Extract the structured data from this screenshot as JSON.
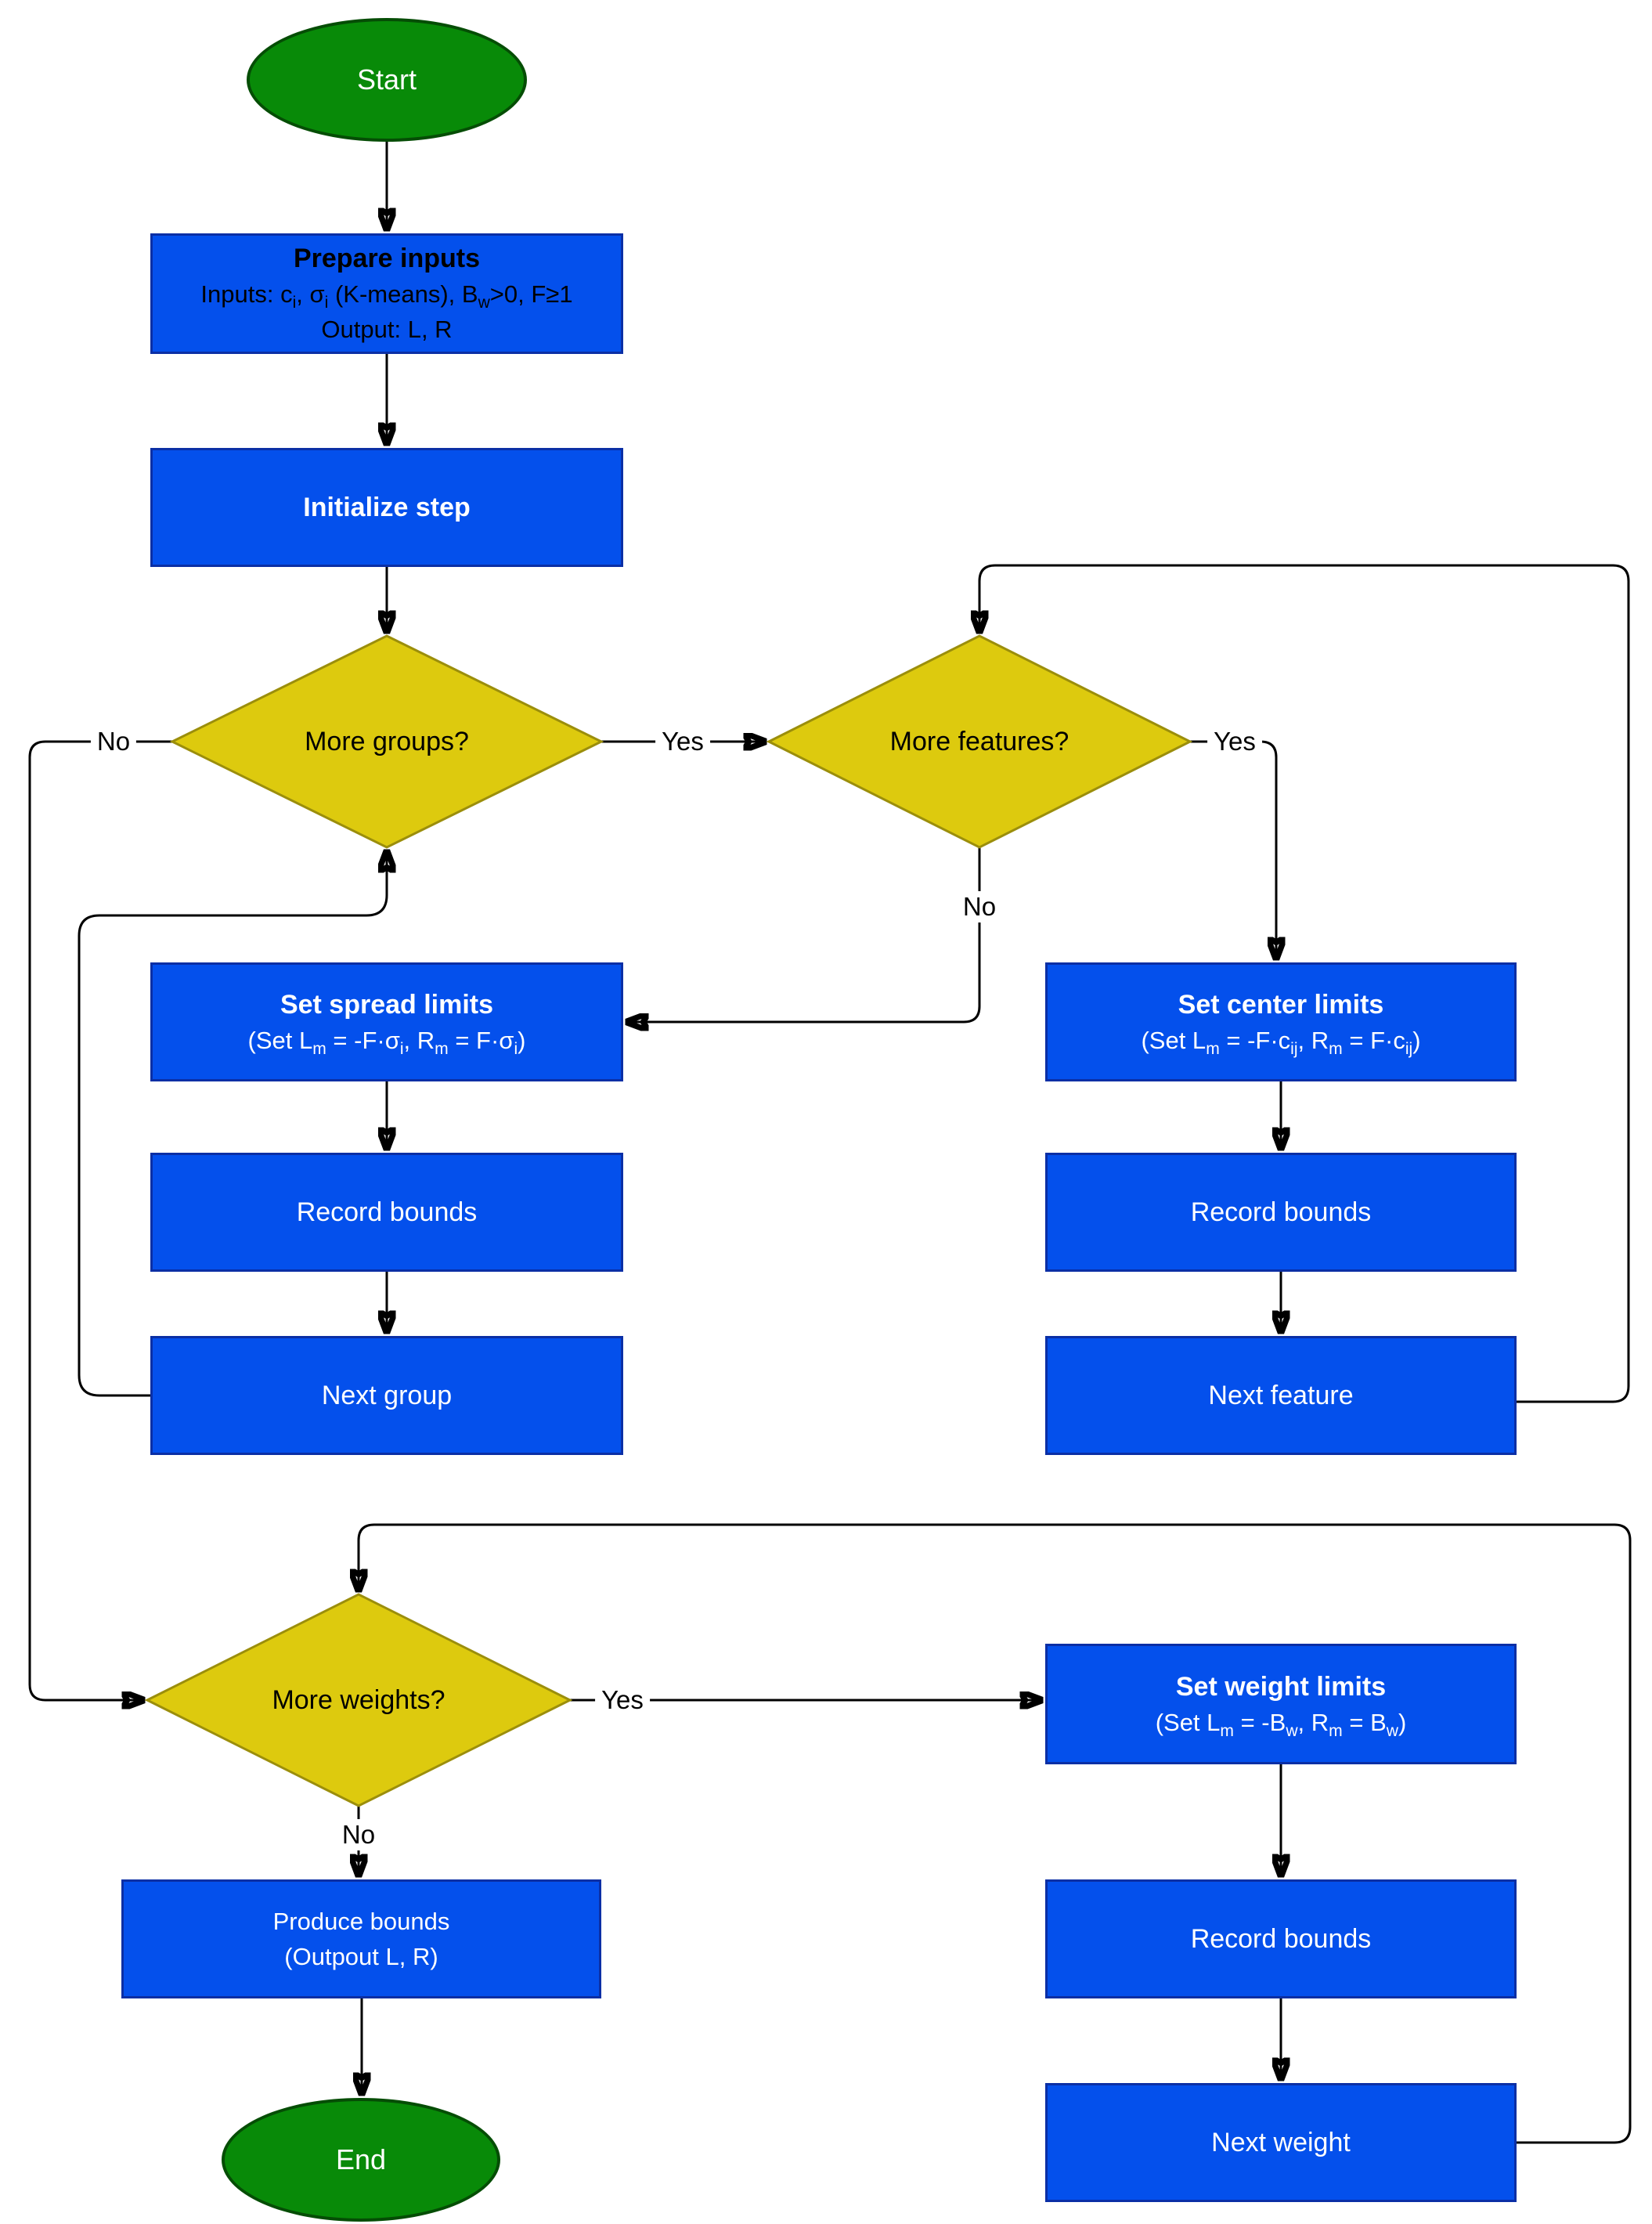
{
  "flowchart": {
    "colors": {
      "process_fill": "#0450ec",
      "process_stroke": "#0b2fa5",
      "decision_fill": "#ddca0e",
      "decision_stroke": "#9b8e0b",
      "terminal_fill": "#088a08",
      "terminal_stroke": "#054d05",
      "line": "#000000",
      "text_light": "#ffffff",
      "text_dark": "#000000"
    },
    "nodes": {
      "start": {
        "label": "Start"
      },
      "prepare": {
        "title": "Prepare inputs",
        "line1_rich": [
          {
            "t": "Inputs: c"
          },
          {
            "t": "i",
            "s": 1
          },
          {
            "t": ", σ"
          },
          {
            "t": "i",
            "s": 1
          },
          {
            "t": " (K-means), B"
          },
          {
            "t": "w",
            "s": 1
          },
          {
            "t": ">0, F≥1"
          }
        ],
        "line2": "Output: L, R"
      },
      "initialize": {
        "label": "Initialize step"
      },
      "more_groups": {
        "label": "More groups?"
      },
      "more_features": {
        "label": "More features?"
      },
      "set_spread": {
        "title": "Set spread limits",
        "sub_rich": [
          {
            "t": "(Set L"
          },
          {
            "t": "m",
            "s": 1
          },
          {
            "t": " = -F·σ"
          },
          {
            "t": "i",
            "s": 1
          },
          {
            "t": ", R"
          },
          {
            "t": "m",
            "s": 1
          },
          {
            "t": " = F·σ"
          },
          {
            "t": "i",
            "s": 1
          },
          {
            "t": ")"
          }
        ]
      },
      "record_bounds_groups": {
        "label": "Record bounds"
      },
      "next_group": {
        "label": "Next group"
      },
      "set_center": {
        "title": "Set center limits",
        "sub_rich": [
          {
            "t": "(Set L"
          },
          {
            "t": "m",
            "s": 1
          },
          {
            "t": " = -F·c"
          },
          {
            "t": "ij",
            "s": 1
          },
          {
            "t": ", R"
          },
          {
            "t": "m",
            "s": 1
          },
          {
            "t": " = F·c"
          },
          {
            "t": "ij",
            "s": 1
          },
          {
            "t": ")"
          }
        ]
      },
      "record_bounds_features": {
        "label": "Record bounds"
      },
      "next_feature": {
        "label": "Next feature"
      },
      "more_weights": {
        "label": "More weights?"
      },
      "set_weight": {
        "title": "Set weight limits",
        "sub_rich": [
          {
            "t": "(Set L"
          },
          {
            "t": "m",
            "s": 1
          },
          {
            "t": " = -B"
          },
          {
            "t": "w",
            "s": 1
          },
          {
            "t": ", R"
          },
          {
            "t": "m",
            "s": 1
          },
          {
            "t": " = B"
          },
          {
            "t": "w",
            "s": 1
          },
          {
            "t": ")"
          }
        ]
      },
      "record_bounds_weights": {
        "label": "Record bounds"
      },
      "next_weight": {
        "label": "Next weight"
      },
      "produce": {
        "line1": "Produce bounds",
        "line2": "(Outpout L, R)"
      },
      "end": {
        "label": "End"
      }
    },
    "edge_labels": {
      "yes_groups": "Yes",
      "no_groups": "No",
      "yes_features": "Yes",
      "no_features": "No",
      "yes_weights": "Yes",
      "no_weights": "No"
    }
  }
}
